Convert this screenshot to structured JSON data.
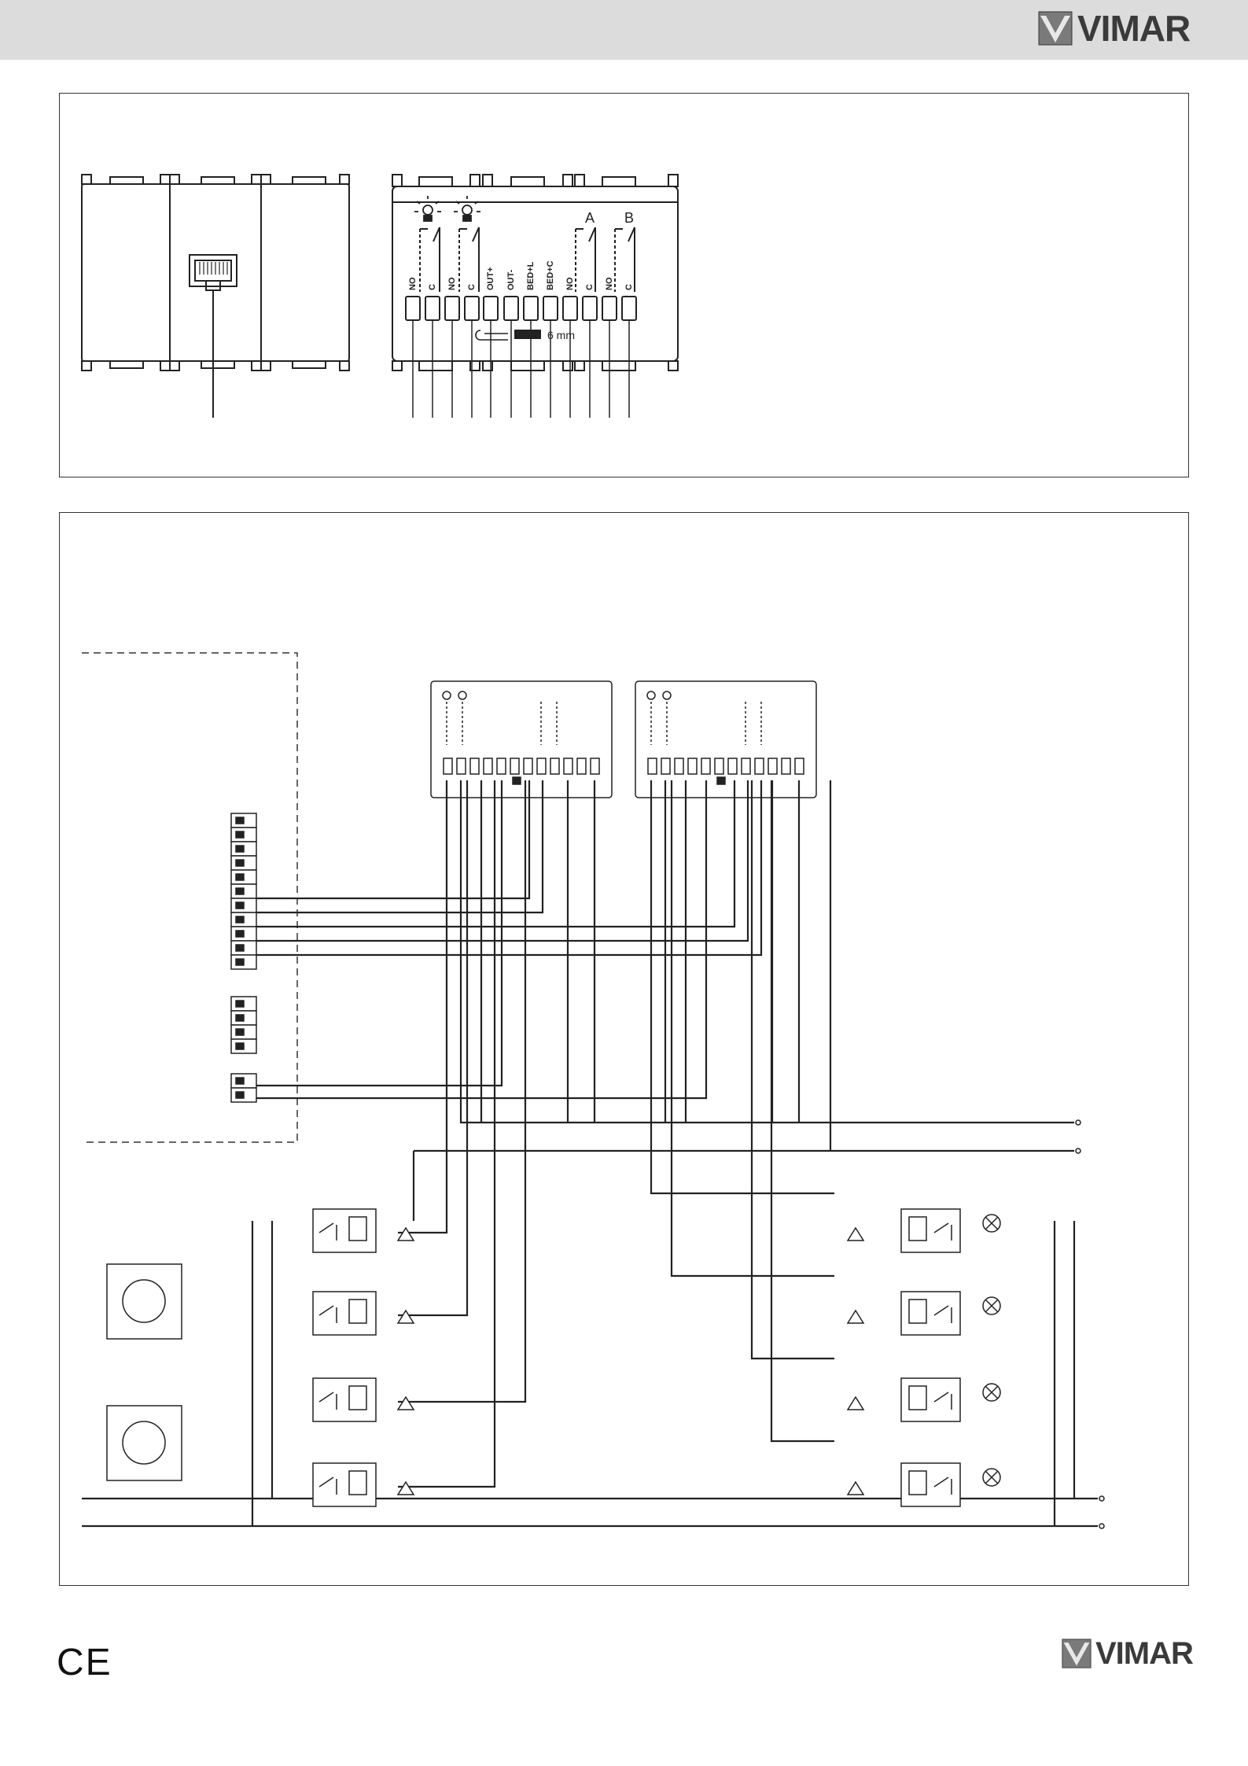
{
  "header": {
    "brand": "VIMAR"
  },
  "footer": {
    "brand": "VIMAR",
    "ce_mark": "CE"
  },
  "module": {
    "terminals": [
      "NO",
      "C",
      "NO",
      "C",
      "OUT+",
      "OUT-",
      "BED+L",
      "BED+C",
      "NO",
      "C",
      "NO",
      "C"
    ],
    "relay_a": "A",
    "relay_b": "B",
    "strip_label": "6 mm"
  }
}
